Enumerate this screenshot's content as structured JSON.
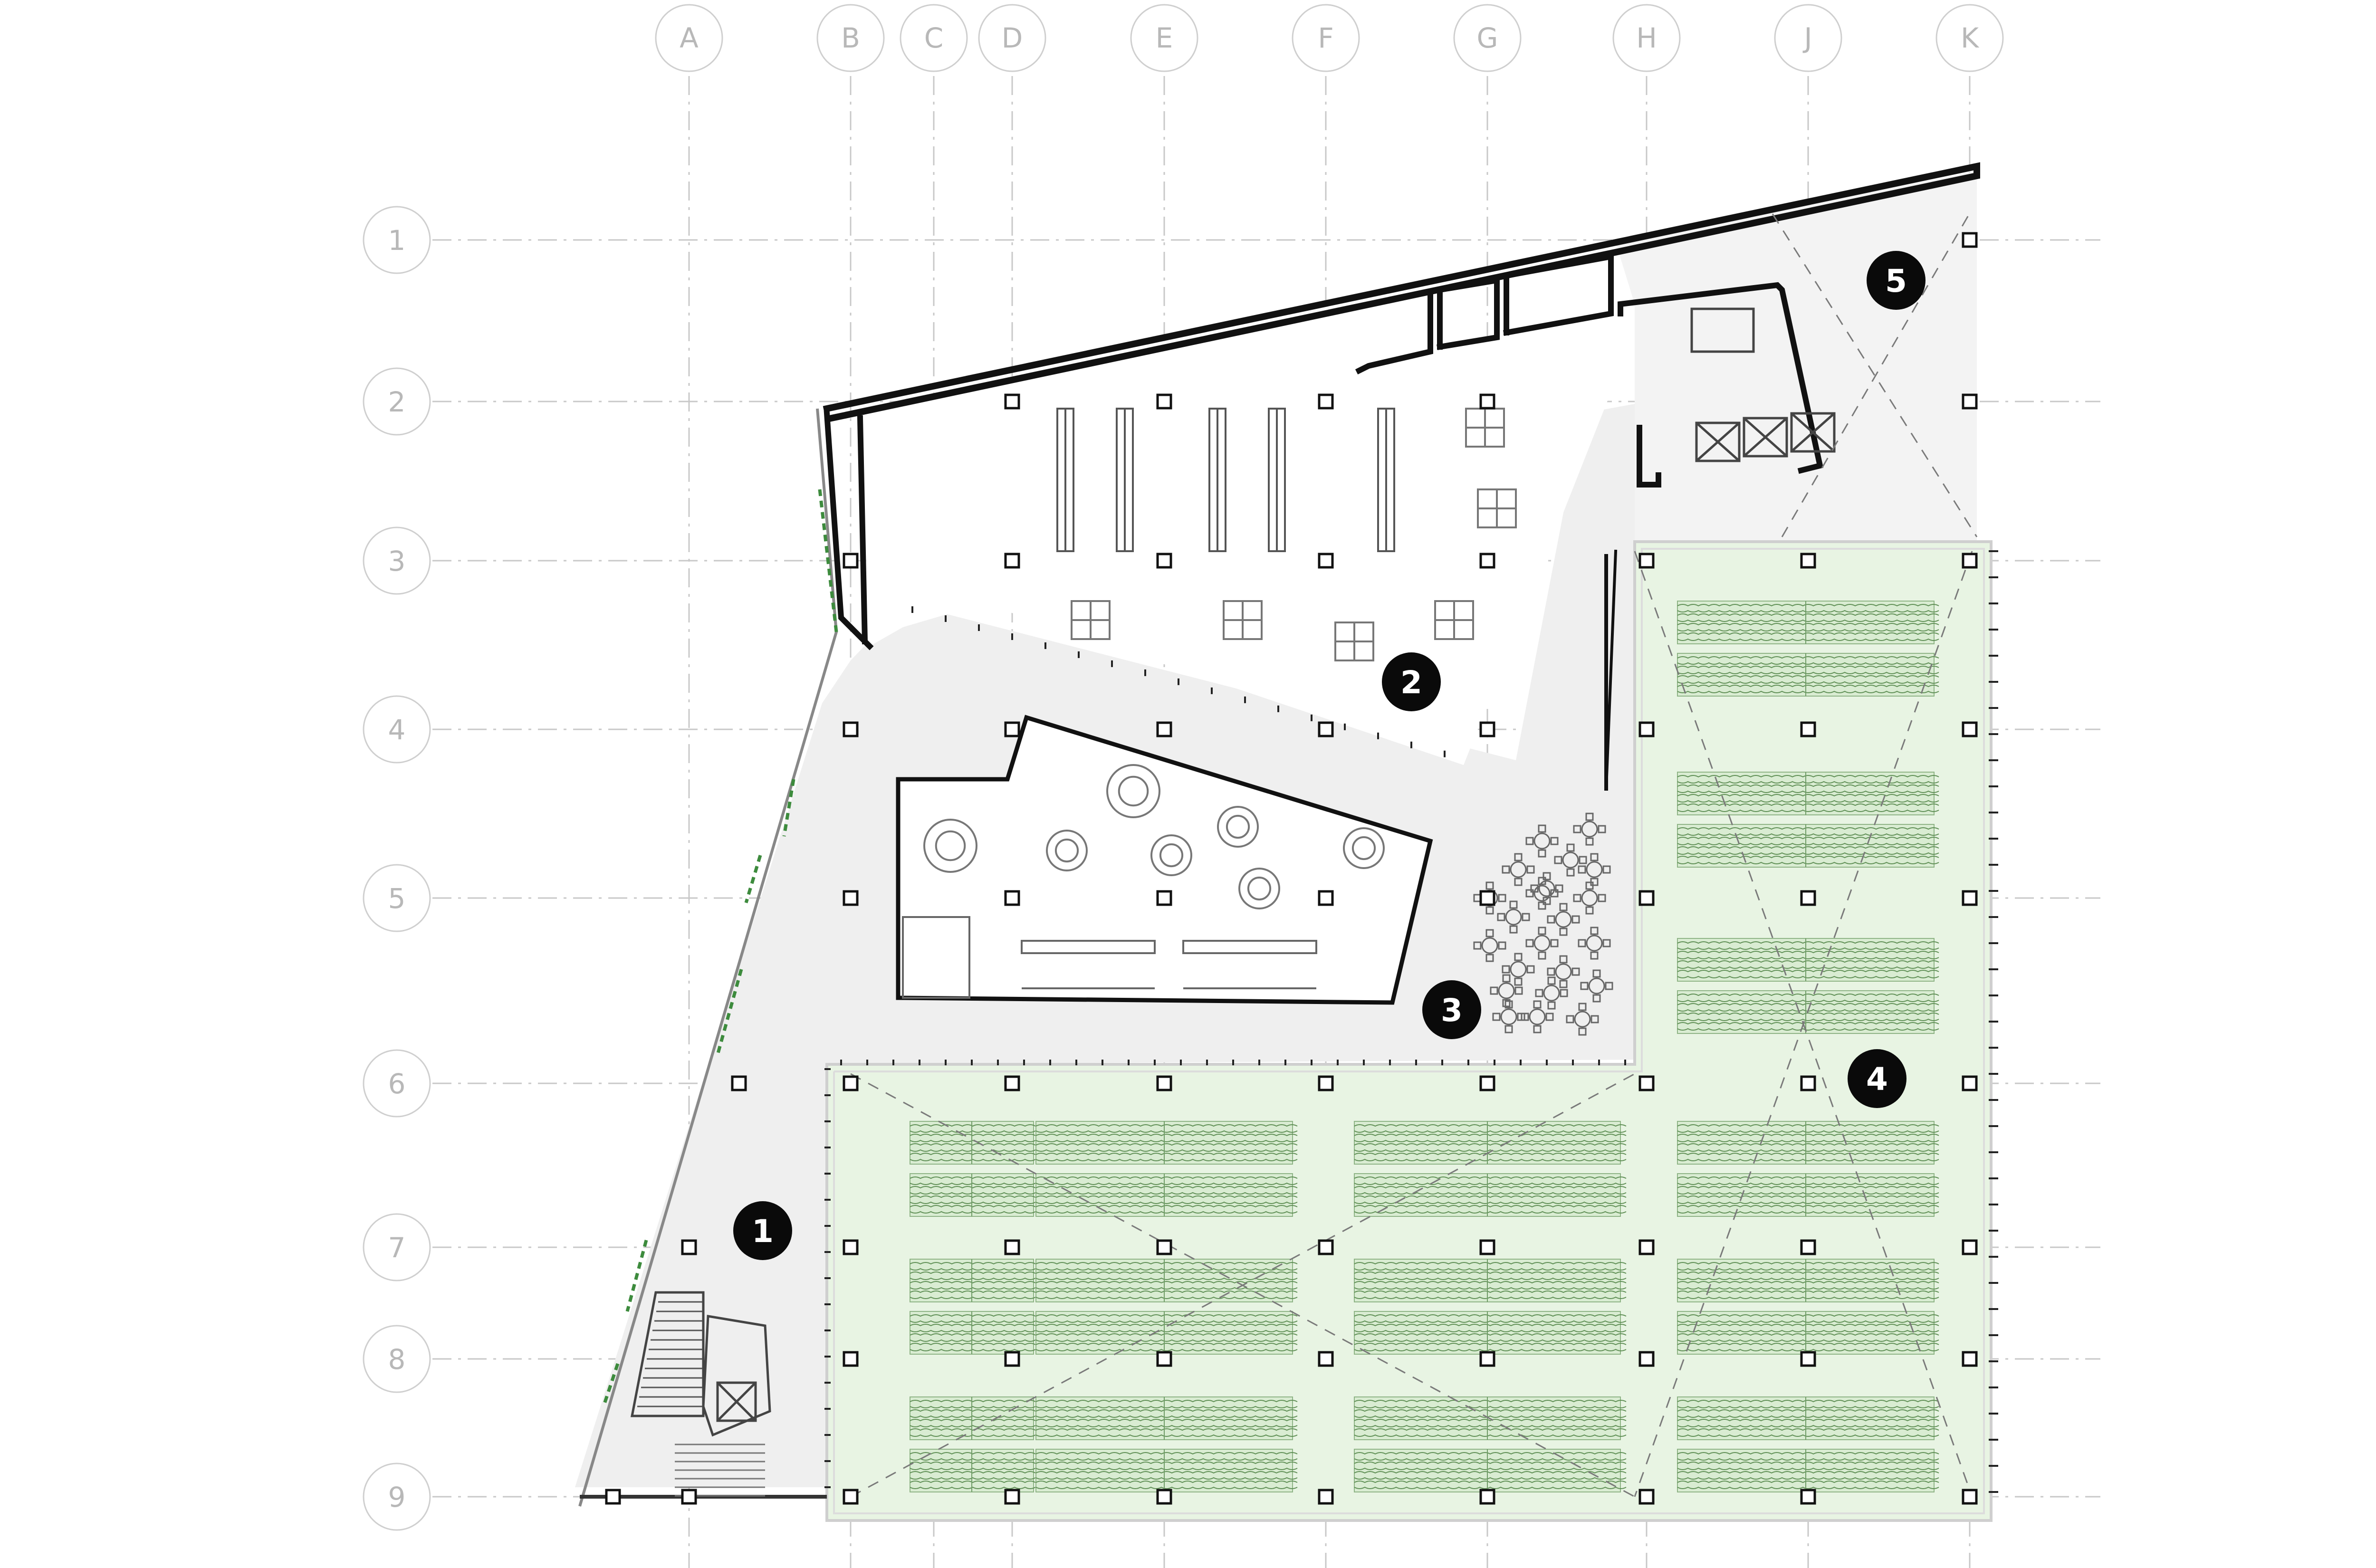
{
  "grid": {
    "columns": [
      "A",
      "B",
      "C",
      "D",
      "E",
      "F",
      "G",
      "H",
      "J",
      "K"
    ],
    "rows": [
      "1",
      "2",
      "3",
      "4",
      "5",
      "6",
      "7",
      "8",
      "9"
    ]
  },
  "zones": [
    {
      "id": "1"
    },
    {
      "id": "2"
    },
    {
      "id": "3"
    },
    {
      "id": "4"
    },
    {
      "id": "5"
    }
  ],
  "colors": {
    "grid_line": "#c8c8c8",
    "grid_label": "#b8b8b8",
    "wall": "#111111",
    "corridor": "#efefef",
    "planting_area": "#e8f4e3",
    "planting_rows": "#5f8f55",
    "marker_fill": "#0a0a0a",
    "marker_text": "#ffffff",
    "vegetation": "#3d8b3d"
  }
}
